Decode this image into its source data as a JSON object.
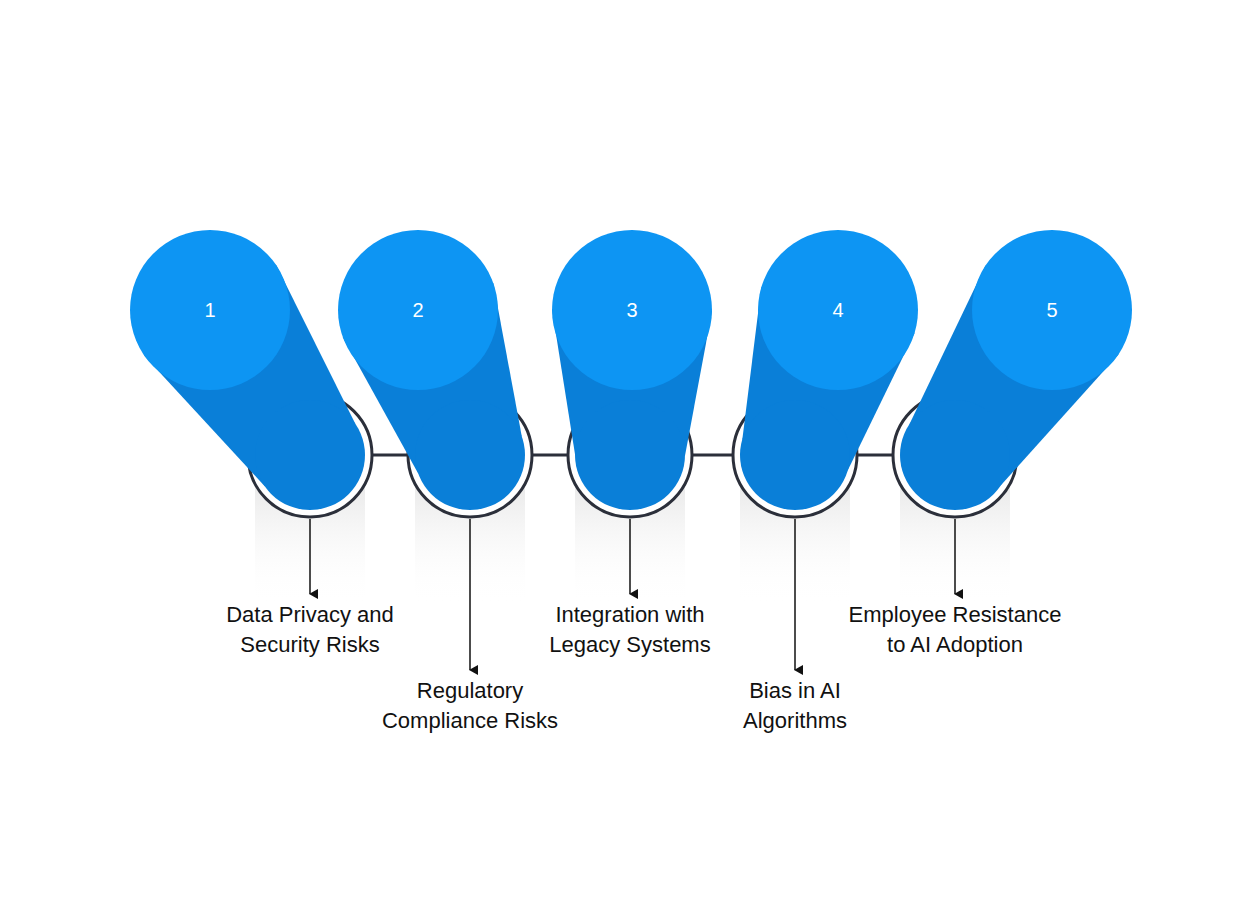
{
  "diagram": {
    "nodes": [
      {
        "text": [
          "1",
          "Data Privacy and Security Risks"
        ]
      },
      {
        "text": [
          "2",
          "Regulatory Compliance Risks"
        ]
      },
      {
        "text": [
          "3",
          "Integration with Legacy Systems"
        ]
      },
      {
        "text": [
          "4",
          "Bias in AI Algorithms"
        ]
      },
      {
        "text": [
          "5",
          "Employee Resistance to AI Adoption"
        ]
      }
    ],
    "edges": [
      {
        "from": 0,
        "to": 1,
        "arrow": "none"
      },
      {
        "from": 1,
        "to": 2,
        "arrow": "none"
      },
      {
        "from": 2,
        "to": 3,
        "arrow": "none"
      },
      {
        "from": 3,
        "to": 4,
        "arrow": "none"
      }
    ]
  }
}
